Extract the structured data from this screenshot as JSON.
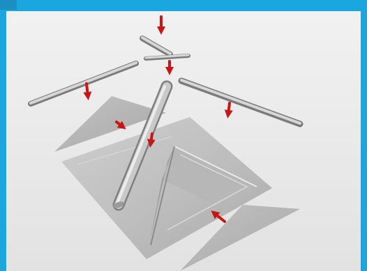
{
  "figure": {
    "frame_color": "#1aa7df",
    "background_color": "#ececec",
    "surface_color": "#c9c9c9",
    "arrow_color": "#c71616",
    "content": "exploded-assembly-view",
    "parts": [
      "top-beam-pieces",
      "left-beam",
      "right-beam",
      "diagonal-beam",
      "left-flap",
      "pyramid-base",
      "right-flap"
    ],
    "arrows": [
      "top-arrow",
      "upper-middle-arrow",
      "left-beam-arrow",
      "right-beam-arrow",
      "left-flap-arrow",
      "diagonal-beam-arrow",
      "right-flap-arrow"
    ]
  }
}
